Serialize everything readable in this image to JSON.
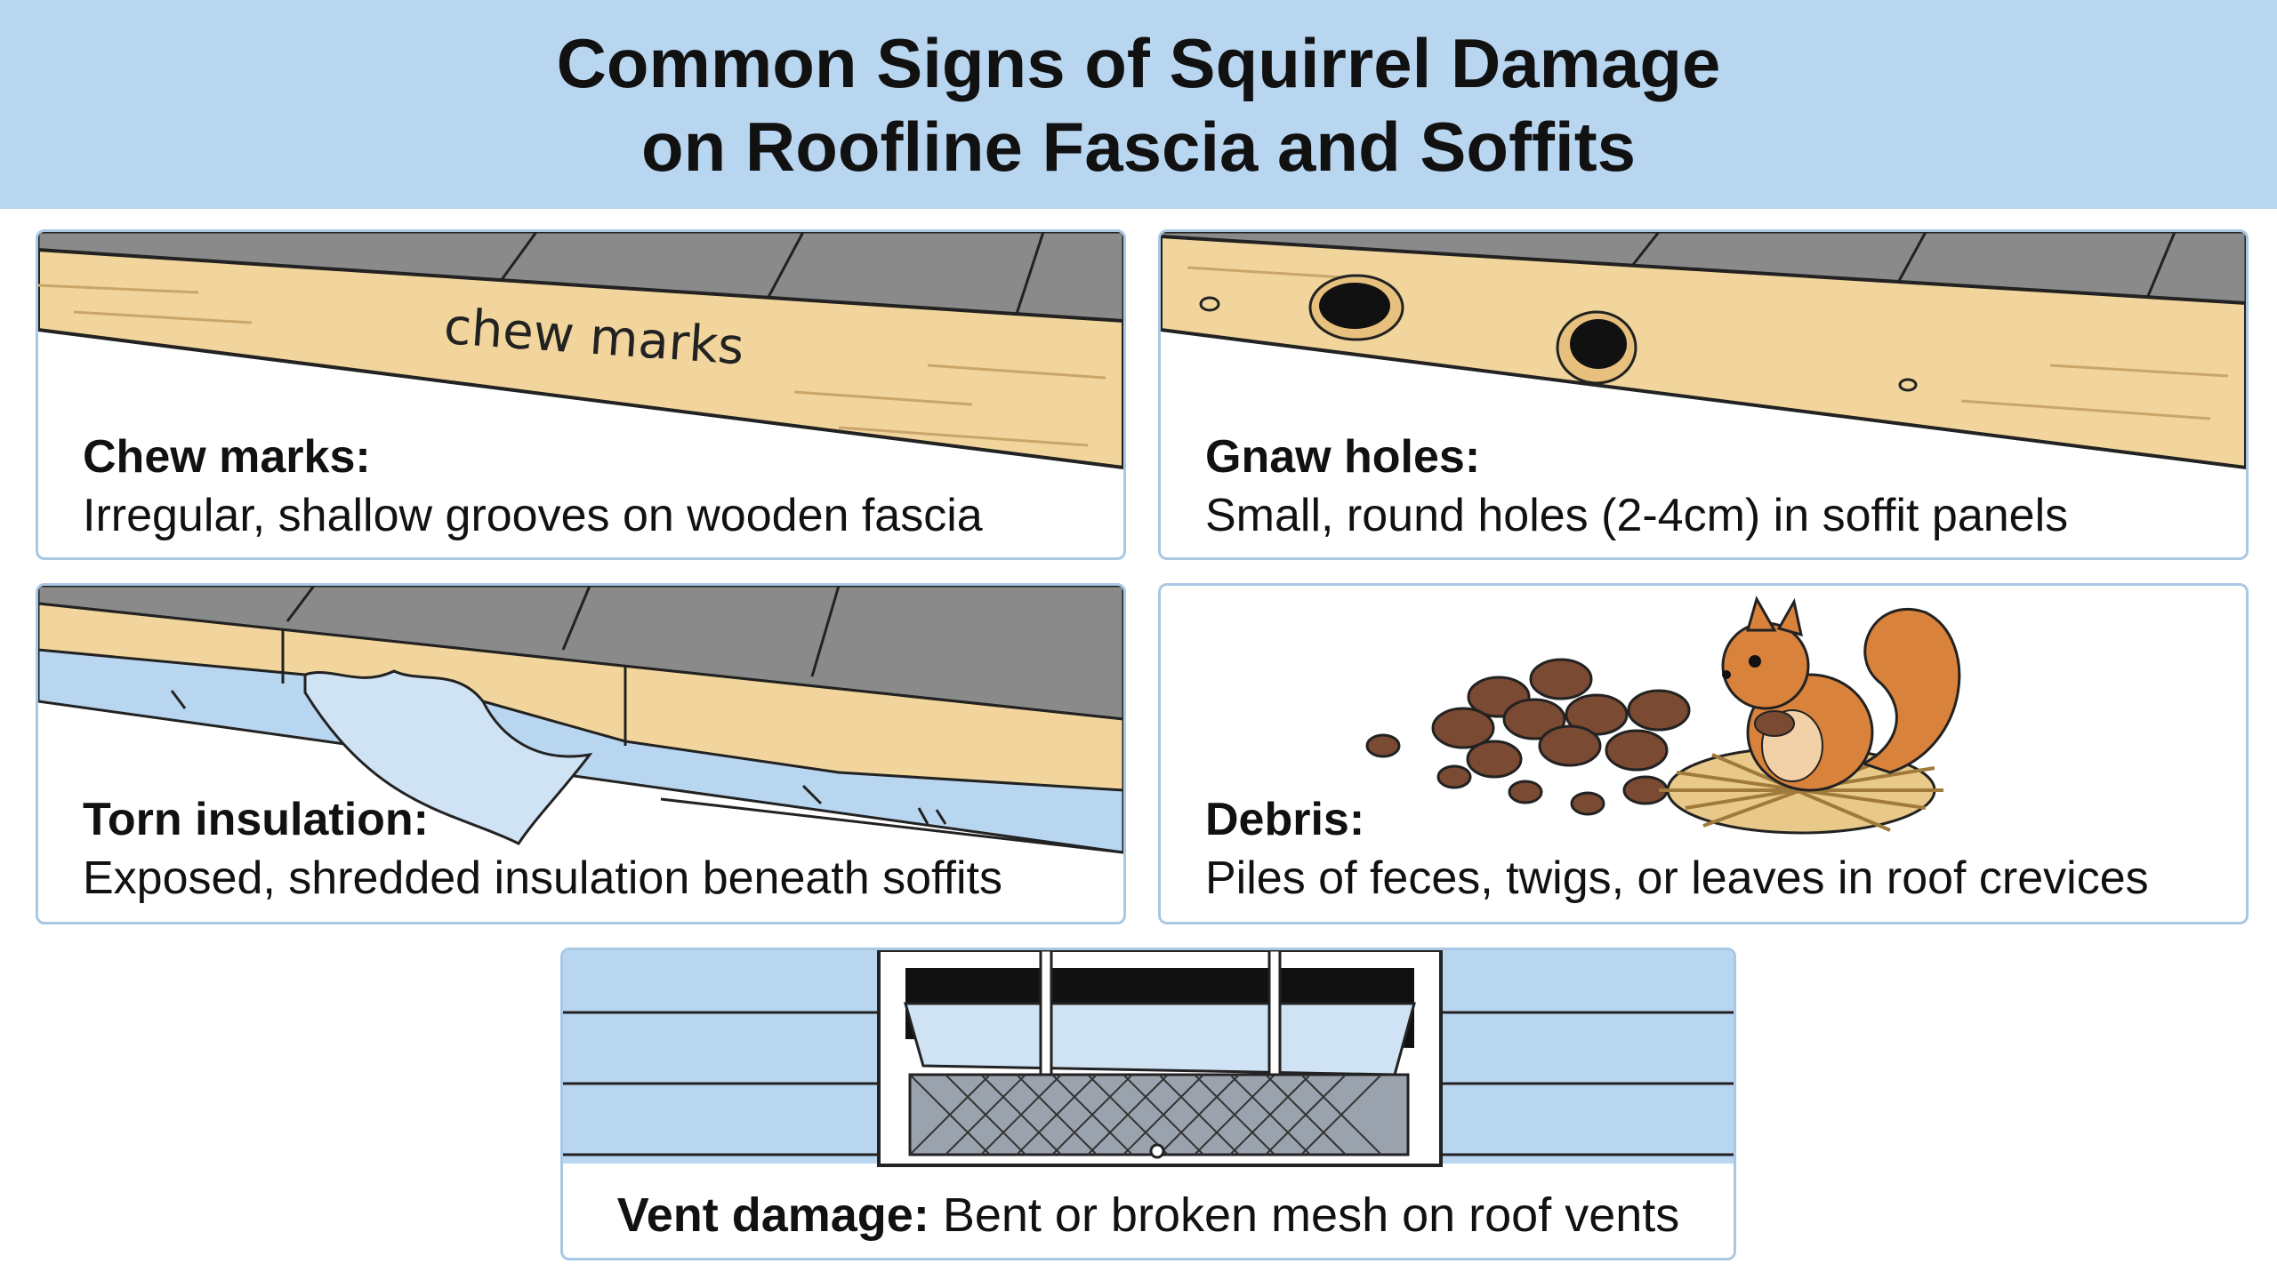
{
  "header": {
    "title_line1": "Common Signs of Squirrel Damage",
    "title_line2": "on Roofline Fascia and Soffits"
  },
  "cards": {
    "chew": {
      "illustration_text": "chew marks",
      "label": "Chew marks:",
      "description": "Irregular, shallow grooves on wooden fascia"
    },
    "gnaw": {
      "label": "Gnaw holes:",
      "description": "Small, round holes (2-4cm) in soffit panels"
    },
    "insulation": {
      "label": "Torn insulation:",
      "description": "Exposed, shredded insulation beneath soffits"
    },
    "debris": {
      "label": "Debris:",
      "description": "Piles of feces, twigs, or leaves in roof crevices"
    },
    "vent": {
      "label": "Vent damage:",
      "description": "Bent or broken mesh on roof vents"
    }
  },
  "colors": {
    "header_bg": "#b9d6f0",
    "card_border": "#a8c8e4",
    "wood": "#f2d59c",
    "shingle": "#8a8a8a",
    "soffit_blue": "#b9d6f0",
    "squirrel": "#d9823b",
    "feces": "#7a4a32"
  }
}
